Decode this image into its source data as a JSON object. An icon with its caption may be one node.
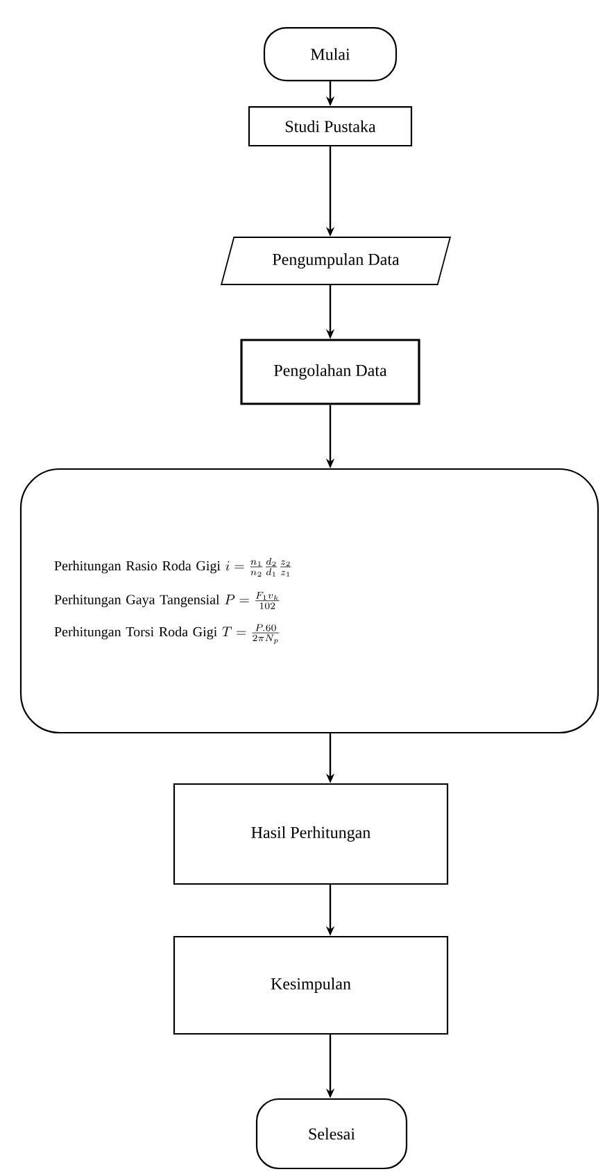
{
  "diagram": {
    "nodes": [
      {
        "text": [
          "Mulai"
        ]
      },
      {
        "text": [
          "Studi Pustaka"
        ]
      },
      {
        "text": [
          "Pengumpulan Data"
        ]
      },
      {
        "text": [
          "Pengolahan Data"
        ]
      },
      {
        "text": [
          "Perhitungan Rasio Roda Gigi",
          "i = \\frac{n_1}{n_2}\\frac{d_2}{d_1}\\frac{z_2}{z_1}",
          "Perhitungan Gaya Tangensial",
          "P = \\frac{F_1 v_k}{102}",
          "Perhitungan Torsi Roda Gigi",
          "T = \\frac{P.60}{2\\pi N_p}"
        ]
      },
      {
        "text": [
          "Hasil Perhitungan"
        ]
      },
      {
        "text": [
          "Kesimpulan"
        ]
      },
      {
        "text": [
          "Selesai"
        ]
      }
    ],
    "edges": [
      {
        "from": 0,
        "to": 1,
        "arrow": "to"
      },
      {
        "from": 1,
        "to": 2,
        "arrow": "to"
      },
      {
        "from": 2,
        "to": 3,
        "arrow": "to"
      },
      {
        "from": 3,
        "to": 4,
        "arrow": "to"
      },
      {
        "from": 4,
        "to": 5,
        "arrow": "to"
      },
      {
        "from": 5,
        "to": 6,
        "arrow": "to"
      },
      {
        "from": 6,
        "to": 7,
        "arrow": "to"
      }
    ]
  }
}
